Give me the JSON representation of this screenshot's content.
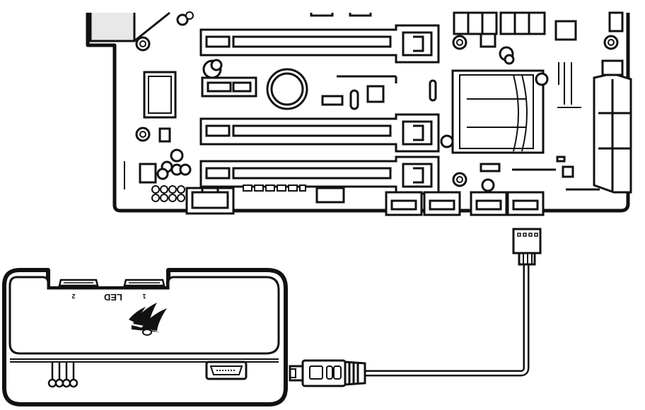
{
  "device": {
    "port_labels": {
      "led": "LED",
      "port_1": "1",
      "port_2": "2"
    }
  },
  "icons": [
    "motherboard-icon",
    "lighting-controller-icon",
    "usb-header-connector-icon",
    "mini-usb-plug-icon",
    "brand-sails-logo-icon"
  ],
  "colors": {
    "line": "#111111",
    "fill": "#ffffff",
    "shade": "#e6e6e6"
  }
}
